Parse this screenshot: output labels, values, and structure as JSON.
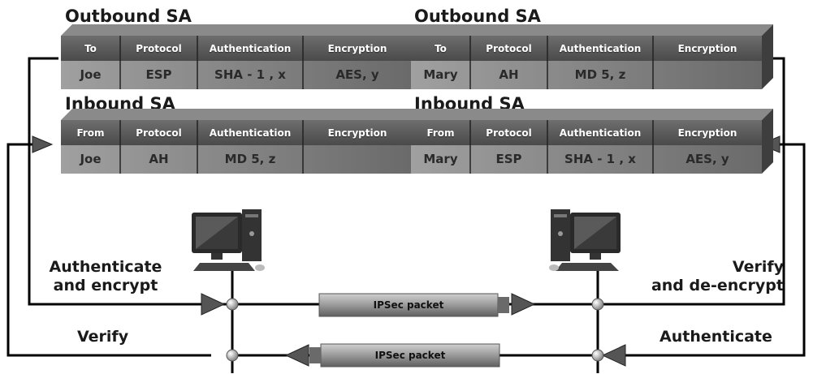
{
  "alice": {
    "outbound": {
      "title": "Outbound SA",
      "headers": [
        "To",
        "Protocol",
        "Authentication",
        "Encryption"
      ],
      "values": [
        "Joe",
        "ESP",
        "SHA - 1 , x",
        "AES, y"
      ]
    },
    "inbound": {
      "title": "Inbound SA",
      "headers": [
        "From",
        "Protocol",
        "Authentication",
        "Encryption"
      ],
      "values": [
        "Joe",
        "AH",
        "MD 5, z",
        ""
      ]
    }
  },
  "mary": {
    "outbound": {
      "title": "Outbound SA",
      "headers": [
        "To",
        "Protocol",
        "Authentication",
        "Encryption"
      ],
      "values": [
        "Mary",
        "AH",
        "MD 5, z",
        ""
      ]
    },
    "inbound": {
      "title": "Inbound SA",
      "headers": [
        "From",
        "Protocol",
        "Authentication",
        "Encryption"
      ],
      "values": [
        "Mary",
        "ESP",
        "SHA - 1 , x",
        "AES, y"
      ]
    }
  },
  "labels": {
    "left_top_line1": "Authenticate",
    "left_top_line2": "and encrypt",
    "left_bottom": "Verify",
    "right_top_line1": "Verify",
    "right_top_line2": "and de-encrypt",
    "right_bottom": "Authenticate"
  },
  "packets": {
    "top": "IPSec packet",
    "bottom": "IPSec packet"
  }
}
